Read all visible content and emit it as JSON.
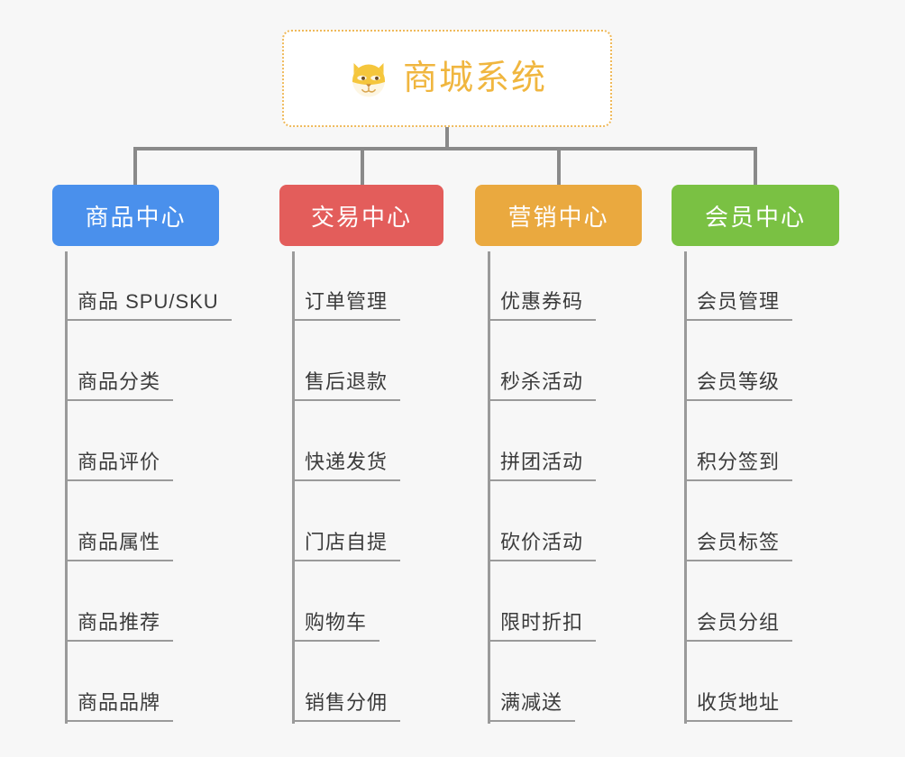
{
  "background_color": "#f7f7f7",
  "root": {
    "title": "商城系统",
    "icon": "shiba-dog-face-icon",
    "border_color": "#efb95a",
    "text_color": "#f0b63f",
    "fill_color": "#ffffff"
  },
  "connector_color": "#8a8a8a",
  "trunk_color": "#9a9a9a",
  "leaf_text_color": "#3b3b3b",
  "columns": [
    {
      "name": "product-center",
      "label": "商品中心",
      "color": "#4a90ec",
      "items": [
        "商品 SPU/SKU",
        "商品分类",
        "商品评价",
        "商品属性",
        "商品推荐",
        "商品品牌"
      ]
    },
    {
      "name": "trade-center",
      "label": "交易中心",
      "color": "#e35d5b",
      "items": [
        "订单管理",
        "售后退款",
        "快递发货",
        "门店自提",
        "购物车",
        "销售分佣"
      ]
    },
    {
      "name": "marketing-center",
      "label": "营销中心",
      "color": "#eaa93f",
      "items": [
        "优惠券码",
        "秒杀活动",
        "拼团活动",
        "砍价活动",
        "限时折扣",
        "满减送"
      ]
    },
    {
      "name": "member-center",
      "label": "会员中心",
      "color": "#7ac143",
      "items": [
        "会员管理",
        "会员等级",
        "积分签到",
        "会员标签",
        "会员分组",
        "收货地址"
      ]
    }
  ]
}
